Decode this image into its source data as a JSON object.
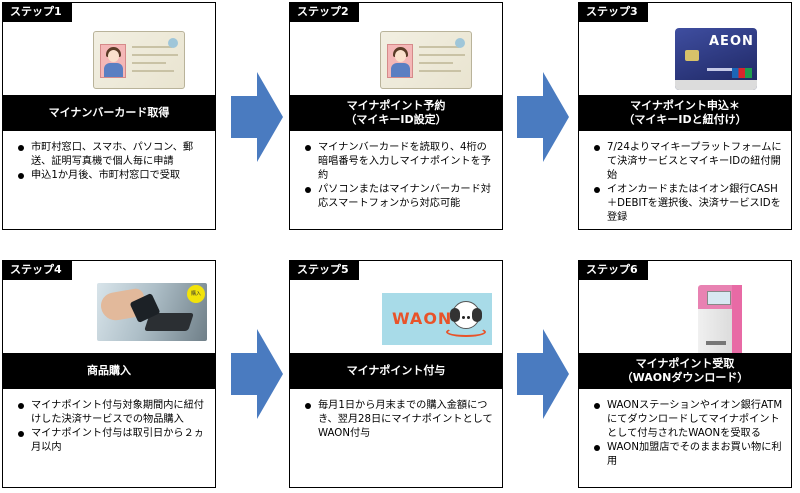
{
  "steps": [
    {
      "tag": "ステップ1",
      "image": "my-number-card-illustration",
      "title_lines": [
        "マイナンバーカード取得"
      ],
      "bullets": [
        "市町村窓口、スマホ、パソコン、郵送、証明写真機で個人毎に申請",
        "申込1か月後、市町村窓口で受取"
      ]
    },
    {
      "tag": "ステップ2",
      "image": "my-number-card-illustration",
      "title_lines": [
        "マイナポイント予約",
        "（マイキーID設定）"
      ],
      "bullets": [
        "マイナンバーカードを読取り、4桁の暗唱番号を入力しマイナポイントを予約",
        "パソコンまたはマイナンバーカード対応スマートフォンから対応可能"
      ]
    },
    {
      "tag": "ステップ3",
      "image": "aeon-credit-card",
      "card_logo": "AEON",
      "title_lines": [
        "マイナポイント申込＊",
        "（マイキーIDと紐付け）"
      ],
      "bullets": [
        "7/24よりマイキープラットフォームにて決済サービスとマイキーIDの紐付開始",
        "イオンカードまたはイオン銀行CASH＋DEBITを選択後、決済サービスIDを登録"
      ]
    },
    {
      "tag": "ステップ4",
      "image": "contactless-payment-photo",
      "sticker_text": "購入",
      "title_lines": [
        "商品購入"
      ],
      "bullets": [
        "マイナポイント付与対象期間内に紐付けした決済サービスでの物品購入",
        "マイナポイント付与は取引日から２ヵ月以内"
      ]
    },
    {
      "tag": "ステップ5",
      "image": "waon-logo",
      "logo_text": "WAON",
      "title_lines": [
        "マイナポイント付与"
      ],
      "bullets": [
        "毎月1日から月末までの購入金額につき、翌月28日にマイナポイントとしてWAON付与"
      ]
    },
    {
      "tag": "ステップ6",
      "image": "waon-station-atm",
      "title_lines": [
        "マイナポイント受取",
        "（WAONダウンロード）"
      ],
      "bullets": [
        "WAONステーションやイオン銀行ATMにてダウンロードしてマイナポイントとして付与されたWAONを受取る",
        "WAON加盟店でそのままお買い物に利用"
      ]
    }
  ],
  "arrows": [
    "right-arrow",
    "right-arrow",
    "right-arrow",
    "right-arrow"
  ],
  "colors": {
    "arrow": "#4a7bc0",
    "bar": "#000000",
    "card_border": "#000000"
  }
}
